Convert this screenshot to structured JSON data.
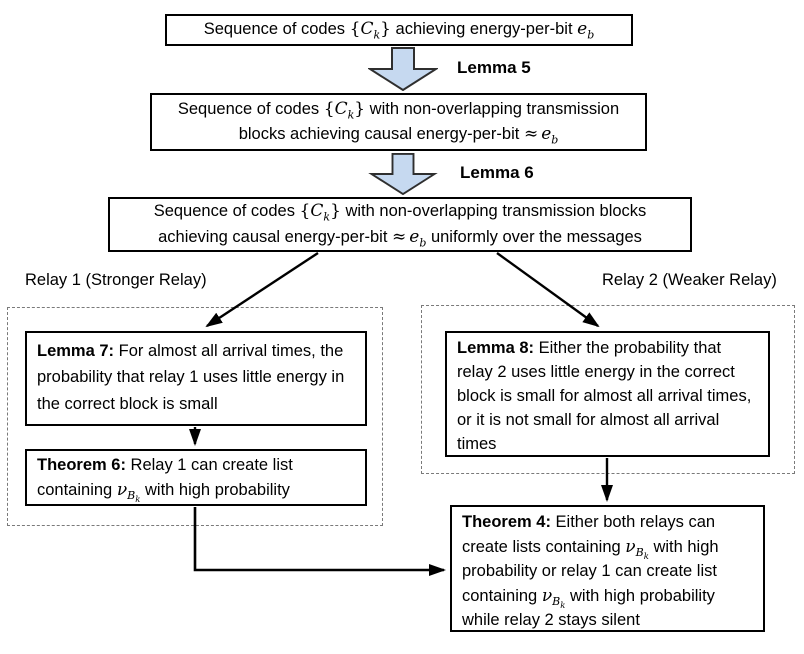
{
  "colors": {
    "background": "#ffffff",
    "box_border": "#000000",
    "block_arrow_fill": "#c6d9f0",
    "block_arrow_stroke": "#2f2f2f",
    "dashed_border": "#7a7a7a",
    "connector": "#000000"
  },
  "math": {
    "lbrace": "{",
    "rbrace": "}",
    "C": "C",
    "k": "k",
    "e": "e",
    "b": "b",
    "approx": "≈",
    "nu": "ν",
    "B": "B"
  },
  "flow": {
    "box1": {
      "s1": "Sequence of codes ",
      "s2": " achieving energy-per-bit "
    },
    "arrow1_label": "Lemma 5",
    "box2": {
      "s1": "Sequence of codes ",
      "s2": " with non-overlapping transmission blocks achieving causal energy-per-bit "
    },
    "arrow2_label": "Lemma 6",
    "box3": {
      "s1": "Sequence of codes ",
      "s2": " with non-overlapping transmission blocks achieving causal energy-per-bit ",
      "s3": " uniformly over the messages"
    }
  },
  "relay1": {
    "label": "Relay 1 (Stronger Relay)",
    "lemma7": {
      "title": "Lemma 7:",
      "body": " For almost all arrival times, the probability that relay 1 uses little energy in the correct block is small"
    },
    "theorem6": {
      "title": "Theorem 6:",
      "s1": " Relay 1 can create list containing ",
      "s2": " with high probability"
    }
  },
  "relay2": {
    "label": "Relay 2 (Weaker Relay)",
    "lemma8": {
      "title": "Lemma 8:",
      "body": " Either the probability that relay 2 uses little energy in the correct block is small for almost all arrival times, or it is not small for almost all arrival times"
    }
  },
  "theorem4": {
    "title": "Theorem 4:",
    "s1": " Either both relays can create lists containing ",
    "s2": " with high probability or relay 1 can create list containing ",
    "s3": " with high probability while relay 2 stays silent"
  }
}
